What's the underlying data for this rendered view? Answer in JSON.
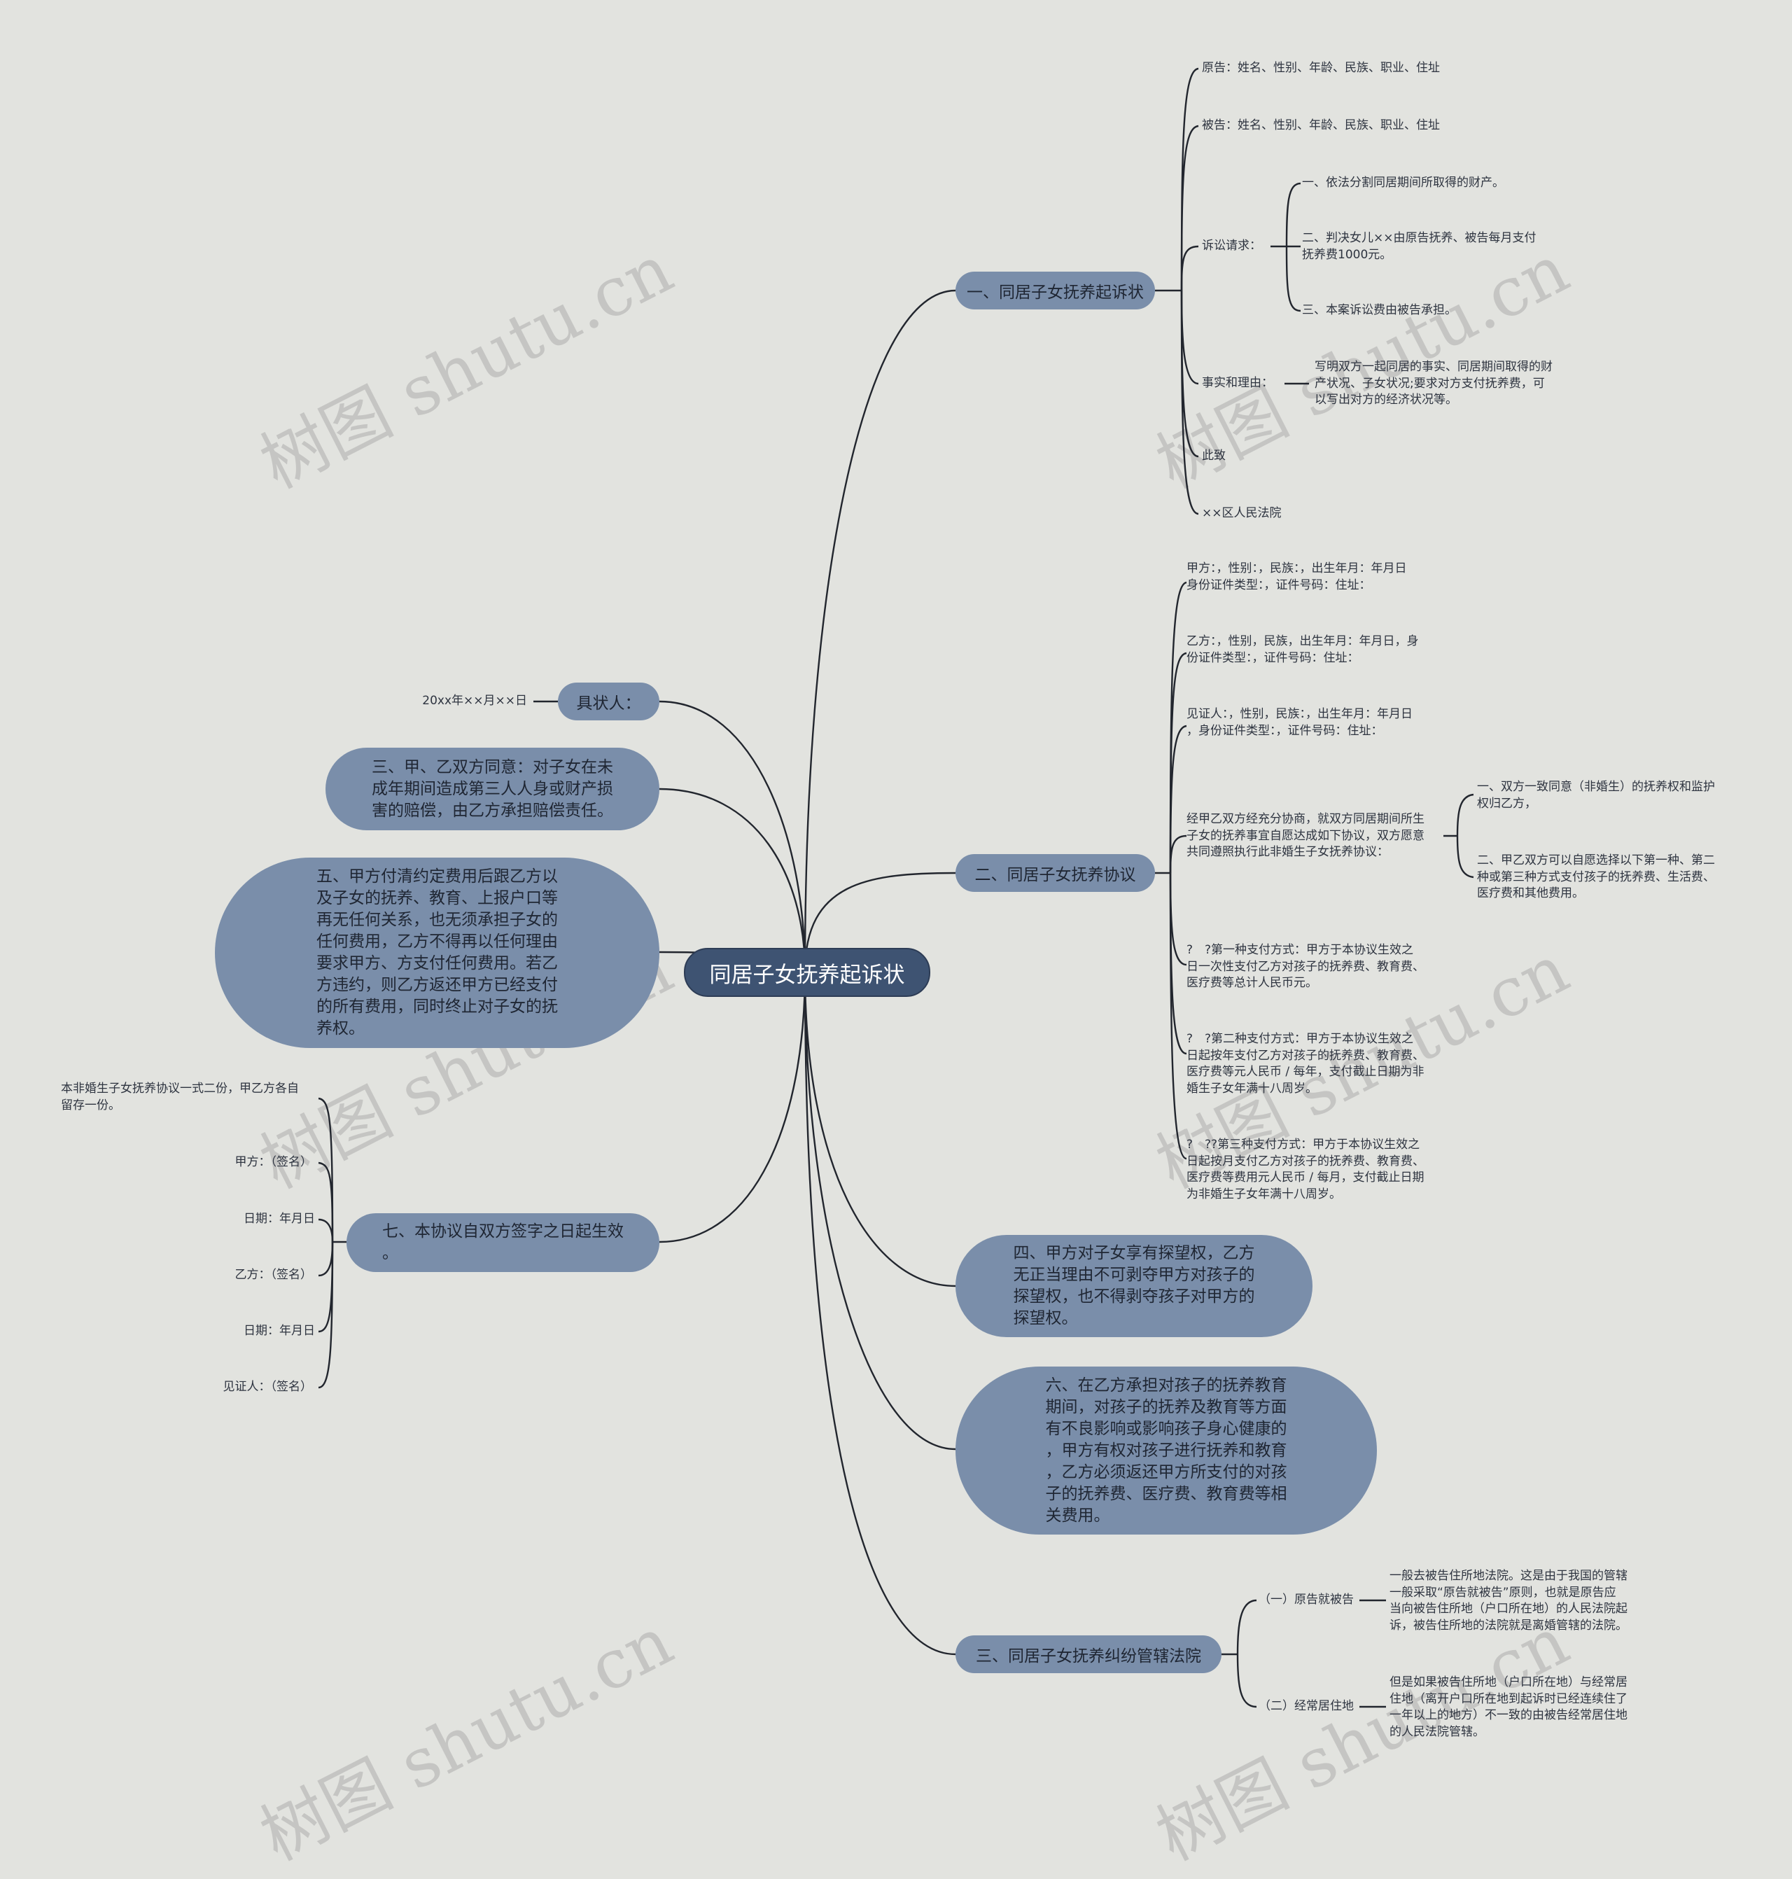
{
  "root": "同居子女抚养起诉状",
  "watermark": "树图 shutu.cn",
  "branches": {
    "b1": "一、同居子女抚养起诉状",
    "b2": "二、同居子女抚养协议",
    "b3": "三、同居子女抚养纠纷管辖法院",
    "b4": "四、甲方对子女享有探望权，乙方\n无正当理由不可剥夺甲方对孩子的\n探望权，也不得剥夺孩子对甲方的\n探望权。",
    "b6": "六、在乙方承担对孩子的抚养教育\n期间，对孩子的抚养及教育等方面\n有不良影响或影响孩子身心健康的\n，甲方有权对孩子进行抚养和教育\n，乙方必须返还甲方所支付的对孩\n子的抚养费、医疗费、教育费等相\n关费用。",
    "l_jz": "具状人：",
    "l_3": "三、甲、乙双方同意：对子女在未\n成年期间造成第三人人身或财产损\n害的赔偿，由乙方承担赔偿责任。",
    "l_5": "五、甲方付清约定费用后跟乙方以\n及子女的抚养、教育、上报户口等\n再无任何关系，也无须承担子女的\n任何费用，乙方不得再以任何理由\n要求甲方、方支付任何费用。若乙\n方违约，则乙方返还甲方已经支付\n的所有费用，同时终止对子女的抚\n养权。",
    "l_7": "七、本协议自双方签字之日起生效\n。"
  },
  "b1_children": {
    "plaintiff": "原告：姓名、性别、年龄、民族、职业、住址",
    "defendant": "被告：姓名、性别、年龄、民族、职业、住址",
    "claims": "诉讼请求：",
    "claims_items": [
      "一、依法分割同居期间所取得的财产。",
      "二、判决女儿××由原告抚养、被告每月支付\n抚养费1000元。",
      "三、本案诉讼费由被告承担。"
    ],
    "facts": "事实和理由：",
    "facts_detail": "写明双方一起同居的事实、同居期间取得的财\n产状况、子女状况;要求对方支付抚养费，可\n以写出对方的经济状况等。",
    "cizhi": "此致",
    "court": "××区人民法院"
  },
  "b2_children": [
    "甲方：，性别：，民族：，出生年月：年月日\n身份证件类型：，证件号码：住址：",
    "乙方：，性别，民族，出生年月：年月日，身\n份证件类型：，证件号码：住址：",
    "见证人：，性别，民族：，出生年月：年月日\n，身份证件类型：，证件号码：住址：",
    "经甲乙双方经充分协商，就双方同居期间所生\n子女的抚养事宜自愿达成如下协议，双方愿意\n共同遵照执行此非婚生子女抚养协议：",
    "?　?第一种支付方式：甲方于本协议生效之\n日一次性支付乙方对孩子的抚养费、教育费、\n医疗费等总计人民币元。",
    "?　?第二种支付方式：甲方于本协议生效之\n日起按年支付乙方对孩子的抚养费、教育费、\n医疗费等元人民币 / 每年，支付截止日期为非\n婚生子女年满十八周岁。",
    "?　??第三种支付方式：甲方于本协议生效之\n日起按月支付乙方对孩子的抚养费、教育费、\n医疗费等费用元人民币 / 每月，支付截止日期\n为非婚生子女年满十八周岁。"
  ],
  "b2_agreement_items": [
    "一、双方一致同意（非婚生）的抚养权和监护\n权归乙方，",
    "二、甲乙双方可以自愿选择以下第一种、第二\n种或第三种方式支付孩子的抚养费、生活费、\n医疗费和其他费用。"
  ],
  "b3_children": [
    {
      "label": "（一）原告就被告",
      "detail": "一般去被告住所地法院。这是由于我国的管辖\n一般采取“原告就被告”原则，也就是原告应\n当向被告住所地（户口所在地）的人民法院起\n诉，被告住所地的法院就是离婚管辖的法院。"
    },
    {
      "label": "（二）经常居住地",
      "detail": "但是如果被告住所地（户口所在地）与经常居\n住地（离开户口所在地到起诉时已经连续住了\n一年以上的地方）不一致的由被告经常居住地\n的人民法院管辖。"
    }
  ],
  "jz_date": "20xx年××月××日",
  "l7_children": [
    "本非婚生子女抚养协议一式二份，甲乙方各自\n留存一份。",
    "甲方：（签名）",
    "日期：年月日",
    "乙方：（签名）",
    "日期：年月日",
    "见证人：（签名）"
  ],
  "colors": {
    "background": "#e2e3df",
    "root": "#3e5372",
    "branch": "#7a8eaa",
    "line": "#22262e"
  }
}
